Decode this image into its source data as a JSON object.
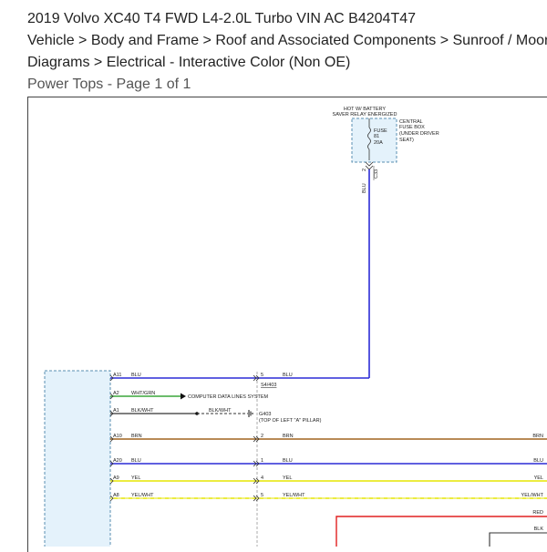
{
  "header": {
    "vehicle_title": "2019 Volvo XC40 T4 FWD L4-2.0L Turbo VIN AC B4204T47",
    "breadcrumb": "Vehicle > Body and Frame > Roof and Associated Components > Sunroof / Moonroof > Diagrams > Electrical - Interactive Color (Non OE)",
    "breadcrumb_line1": "Vehicle > Body and Frame > Roof and Associated Components > Sunroof / Moor",
    "breadcrumb_line2": "Diagrams > Electrical - Interactive Color (Non OE)",
    "page_title": "Power Tops",
    "page_sep": " - ",
    "page_label": "Page 1 of 1"
  },
  "diagram": {
    "fuse_caption_1": "HOT W/ BATTERY",
    "fuse_caption_2": "SAVER RELAY ENERGIZED",
    "fuse_label": "FUSE",
    "fuse_number": "81",
    "fuse_rating": "20A",
    "fusebox_line1": "CENTRAL",
    "fusebox_line2": "FUSE BOX",
    "fusebox_line3": "(UNDER DRIVER",
    "fusebox_line4": "SEAT)",
    "fuse_pin": "2",
    "fuse_conn": "C33",
    "vertical_wire_label": "BLU",
    "ground_label": "G403",
    "ground_location": "(TOP OF LEFT \"A\" PILLAR)",
    "data_lines_label": "COMPUTER DATA LINES SYSTEM",
    "splice_conn": "S4/403",
    "wires": [
      {
        "pin": "A11",
        "color_name": "BLU",
        "conn_pin": "5",
        "right_label": "BLU"
      },
      {
        "pin": "A2",
        "color_name": "WHT/GRN"
      },
      {
        "pin": "A1",
        "color_name": "BLK/WHT",
        "mid_label": "BLK/WHT"
      },
      {
        "pin": "A10",
        "color_name": "BRN",
        "conn_pin": "2",
        "right_label": "BRN",
        "edge_label": "BRN"
      },
      {
        "pin": "A20",
        "color_name": "BLU",
        "conn_pin": "1",
        "right_label": "BLU",
        "edge_label": "BLU"
      },
      {
        "pin": "A9",
        "color_name": "YEL",
        "conn_pin": "4",
        "right_label": "YEL",
        "edge_label": "YEL"
      },
      {
        "pin": "A8",
        "color_name": "YEL/WHT",
        "conn_pin": "5",
        "right_label": "YEL/WHT",
        "edge_label": "YEL/WHT"
      }
    ],
    "red_label": "RED",
    "blk_label": "BLK"
  },
  "colors": {
    "blu": "#2b2bd6",
    "green": "#3aa63a",
    "brown": "#a0641e",
    "yellow": "#e6e600",
    "red": "#e02020",
    "dark": "#333333",
    "component_fill": "#e4f2fb",
    "component_border": "#5a8fb0"
  }
}
